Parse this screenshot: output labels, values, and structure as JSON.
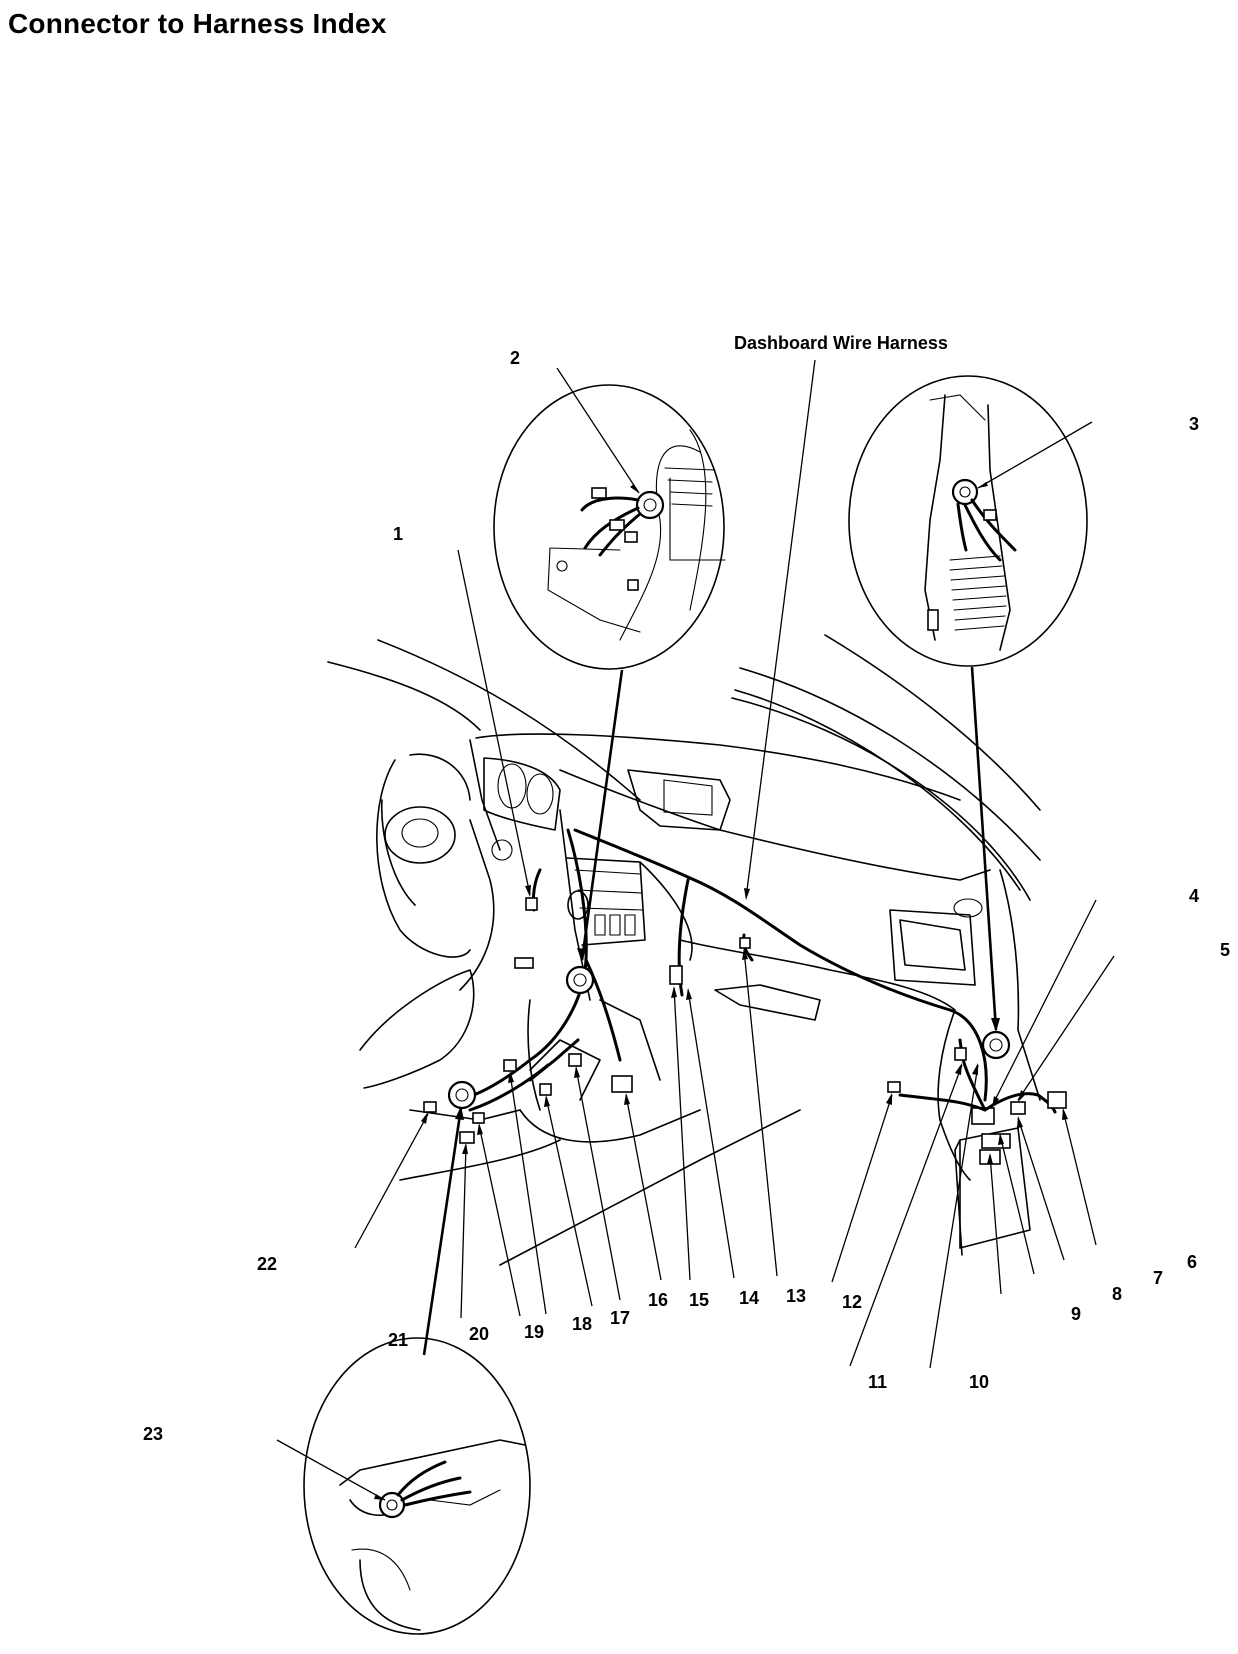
{
  "title": "Connector to Harness Index",
  "harness_label": "Dashboard Wire Harness",
  "callouts": [
    "1",
    "2",
    "3",
    "4",
    "5",
    "6",
    "7",
    "8",
    "9",
    "10",
    "11",
    "12",
    "13",
    "14",
    "15",
    "16",
    "17",
    "18",
    "19",
    "20",
    "21",
    "22",
    "23"
  ]
}
